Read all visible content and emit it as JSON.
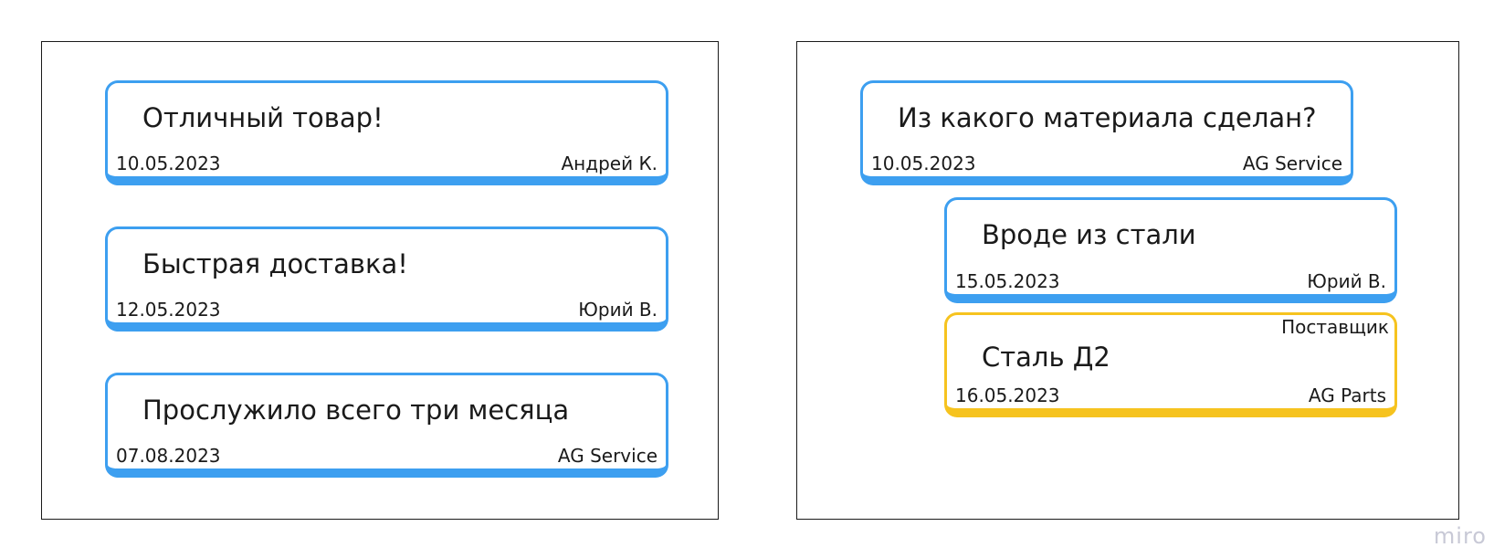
{
  "colors": {
    "customer": "#3d9ff0",
    "supplier": "#f6c31f"
  },
  "left_panel": {
    "reviews": [
      {
        "message": "Отличный товар!",
        "date": "10.05.2023",
        "author": "Андрей К."
      },
      {
        "message": "Быстрая доставка!",
        "date": "12.05.2023",
        "author": "Юрий В."
      },
      {
        "message": "Прослужило всего три месяца",
        "date": "07.08.2023",
        "author": "AG Service"
      }
    ]
  },
  "right_panel": {
    "question": {
      "message": "Из какого материала сделан?",
      "date": "10.05.2023",
      "author": "AG Service"
    },
    "answers": [
      {
        "message": "Вроде из стали",
        "date": "15.05.2023",
        "author": "Юрий В."
      },
      {
        "message": "Сталь Д2",
        "date": "16.05.2023",
        "author": "AG Parts",
        "role": "Поставщик"
      }
    ]
  },
  "watermark": "miro"
}
